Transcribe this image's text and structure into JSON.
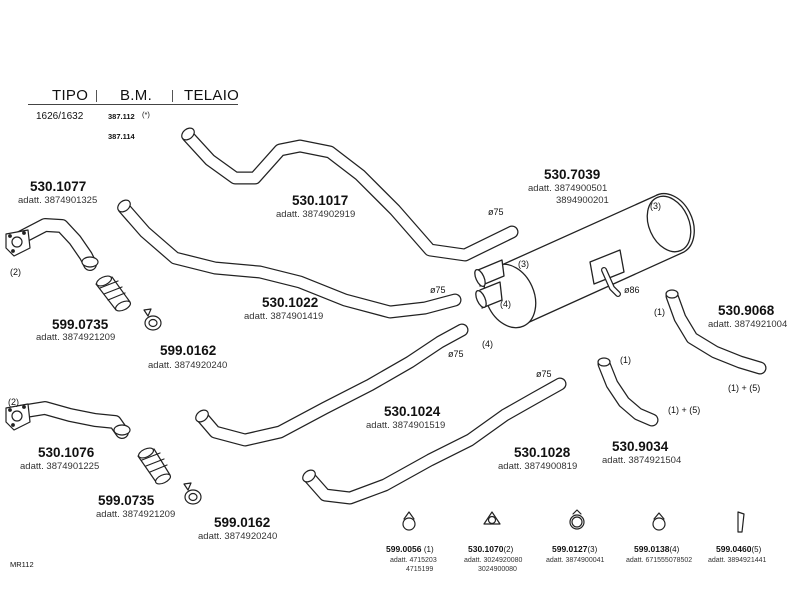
{
  "header": {
    "tipo": "TIPO",
    "bm": "B.M.",
    "telaio": "TELAIO",
    "model": "1626/1632",
    "bm_1": "387.112",
    "bm_1_note": "(*)",
    "bm_2": "387.114"
  },
  "sheet_code": "MR112",
  "parts": [
    {
      "key": "p1077",
      "code": "530.1077",
      "adatt": "adatt. 3874901325"
    },
    {
      "key": "p1017",
      "code": "530.1017",
      "adatt": "adatt. 3874902919"
    },
    {
      "key": "p7039",
      "code": "530.7039",
      "adatt": "adatt. 3874900501",
      "adatt2": "3894900201"
    },
    {
      "key": "p0735a",
      "code": "599.0735",
      "adatt": "adatt. 3874921209"
    },
    {
      "key": "p1022",
      "code": "530.1022",
      "adatt": "adatt. 3874901419"
    },
    {
      "key": "p9068",
      "code": "530.9068",
      "adatt": "adatt. 3874921004"
    },
    {
      "key": "p0162a",
      "code": "599.0162",
      "adatt": "adatt. 3874920240"
    },
    {
      "key": "p1024",
      "code": "530.1024",
      "adatt": "adatt. 3874901519"
    },
    {
      "key": "p1076",
      "code": "530.1076",
      "adatt": "adatt. 3874901225"
    },
    {
      "key": "p1028",
      "code": "530.1028",
      "adatt": "adatt. 3874900819"
    },
    {
      "key": "p9034",
      "code": "530.9034",
      "adatt": "adatt. 3874921504"
    },
    {
      "key": "p0735b",
      "code": "599.0735",
      "adatt": "adatt. 3874921209"
    },
    {
      "key": "p0162b",
      "code": "599.0162",
      "adatt": "adatt. 3874920240"
    }
  ],
  "dims": {
    "d75a": "ø75",
    "d75b": "ø75",
    "d75c": "ø75",
    "d75d": "ø75",
    "d86": "ø86"
  },
  "callouts": {
    "c3a": "(3)",
    "c3b": "(3)",
    "c4a": "(4)",
    "c4b": "(4)",
    "c2a": "(2)",
    "c2b": "(2)",
    "c1a": "(1)",
    "c1b": "(1)",
    "c1c": "(1) + (5)",
    "c1d": "(1) + (5)"
  },
  "kit": [
    {
      "code": "599.0056",
      "qty": "(1)",
      "adatt": "adatt. 4715203",
      "adatt2": "4715199"
    },
    {
      "code": "530.1070",
      "qty": "(2)",
      "adatt": "adatt. 3024920080",
      "adatt2": "3024900080"
    },
    {
      "code": "599.0127",
      "qty": "(3)",
      "adatt": "adatt. 3874900041",
      "adatt2": ""
    },
    {
      "code": "599.0138",
      "qty": "(4)",
      "adatt": "adatt. 6715550785​02",
      "adatt2": ""
    },
    {
      "code": "599.0460",
      "qty": "(5)",
      "adatt": "adatt. 3894921441",
      "adatt2": ""
    }
  ]
}
